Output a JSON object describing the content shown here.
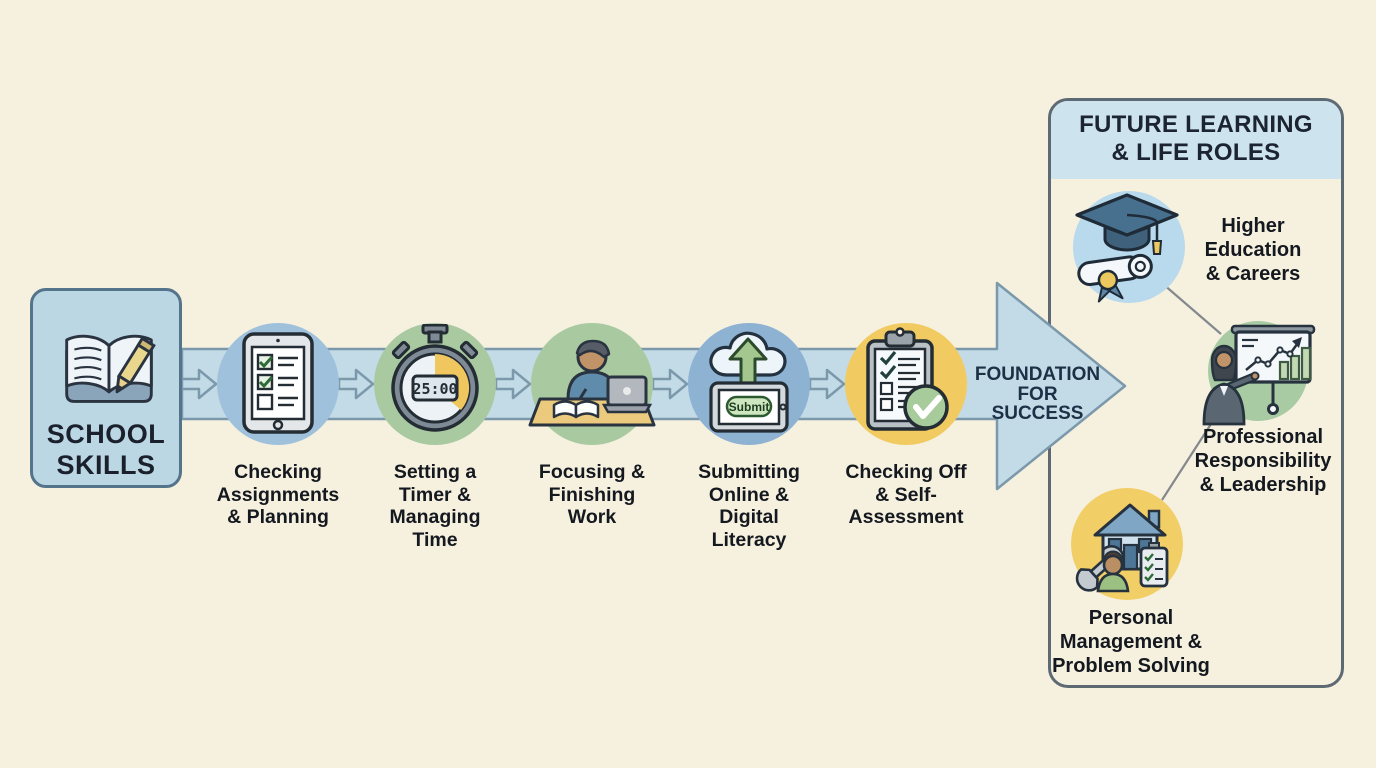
{
  "page": {
    "background_color": "#f6f0df",
    "text_color": "#14181f"
  },
  "start_node": {
    "icon": "open-book-pencil-icon",
    "title": "SCHOOL\nSKILLS",
    "fill_color": "#bcd7e4",
    "border_color": "#54748c"
  },
  "flow": {
    "band_color": "#c3dae7",
    "outline_color": "#7b99ab",
    "arrow_label": "FOUNDATION\nFOR SUCCESS",
    "steps": [
      {
        "icon": "tablet-checklist-icon",
        "label": "Checking\nAssignments\n& Planning",
        "circle_color": "#9fc1dc"
      },
      {
        "icon": "stopwatch-icon",
        "label": "Setting a\nTimer &\nManaging\nTime",
        "circle_color": "#a9c9a1",
        "timer_display": "25:00"
      },
      {
        "icon": "student-working-icon",
        "label": "Focusing &\nFinishing\nWork",
        "circle_color": "#a9c9a1"
      },
      {
        "icon": "cloud-upload-submit-icon",
        "label": "Submitting\nOnline &\nDigital\nLiteracy",
        "circle_color": "#8db2d2",
        "submit_button": "Submit"
      },
      {
        "icon": "clipboard-checklist-icon",
        "label": "Checking Off\n& Self-\nAssessment",
        "circle_color": "#f1cb61"
      }
    ]
  },
  "future_panel": {
    "title": "FUTURE LEARNING\n& LIFE ROLES",
    "header_color": "#cde3ee",
    "border_color": "#5d6a73",
    "items": [
      {
        "icon": "graduation-cap-diploma-icon",
        "label": "Higher\nEducation\n& Careers",
        "circle_color": "#b9d9ec"
      },
      {
        "icon": "presenter-chart-icon",
        "label": "Professional\nResponsibility\n& Leadership",
        "circle_color": "#a9cba3"
      },
      {
        "icon": "house-wrench-checklist-icon",
        "label": "Personal\nManagement &\nProblem Solving",
        "circle_color": "#f2ce67"
      }
    ]
  }
}
